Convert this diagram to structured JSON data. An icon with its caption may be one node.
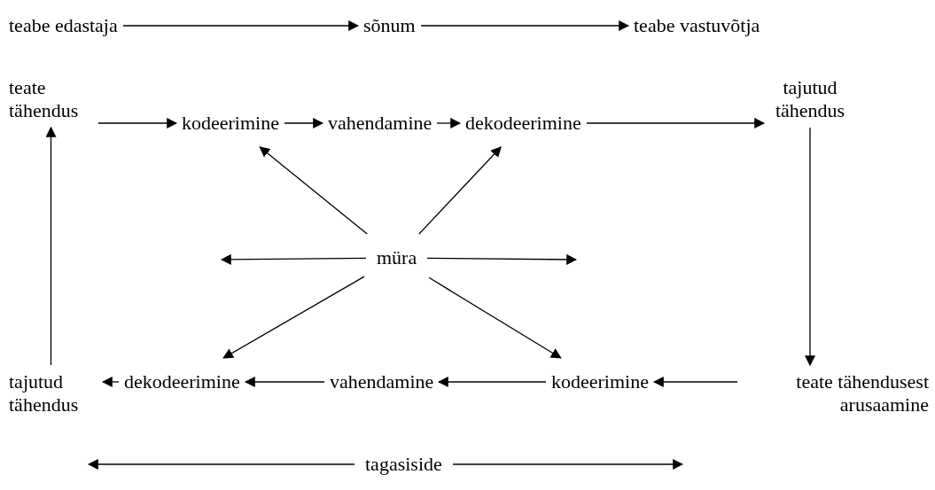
{
  "diagram": {
    "nodes": [
      {
        "text": [
          "teabe edastaja"
        ]
      },
      {
        "text": [
          "sõnum"
        ]
      },
      {
        "text": [
          "teabe vastuvõtja"
        ]
      },
      {
        "text": [
          "teate tähendus"
        ]
      },
      {
        "text": [
          "kodeerimine"
        ]
      },
      {
        "text": [
          "vahendamine"
        ]
      },
      {
        "text": [
          "dekodeerimine"
        ]
      },
      {
        "text": [
          "tajutud tähendus"
        ]
      },
      {
        "text": [
          "müra"
        ]
      },
      {
        "text": [
          "tajutud tähendus"
        ]
      },
      {
        "text": [
          "dekodeerimine"
        ]
      },
      {
        "text": [
          "vahendamine"
        ]
      },
      {
        "text": [
          "kodeerimine"
        ]
      },
      {
        "text": [
          "teate tähendusest arusaamine"
        ]
      },
      {
        "text": [
          "tagasiside"
        ]
      }
    ],
    "edges": [
      {
        "from": 0,
        "to": 1,
        "arrow": "to"
      },
      {
        "from": 1,
        "to": 2,
        "arrow": "to"
      },
      {
        "from": 3,
        "to": 4,
        "arrow": "to"
      },
      {
        "from": 4,
        "to": 5,
        "arrow": "to"
      },
      {
        "from": 5,
        "to": 6,
        "arrow": "to"
      },
      {
        "from": 6,
        "to": 7,
        "arrow": "to"
      },
      {
        "from": 7,
        "to": 13,
        "arrow": "to"
      },
      {
        "from": 13,
        "to": 12,
        "arrow": "to"
      },
      {
        "from": 12,
        "to": 11,
        "arrow": "to"
      },
      {
        "from": 11,
        "to": 10,
        "arrow": "to"
      },
      {
        "from": 10,
        "to": 9,
        "arrow": "to"
      },
      {
        "from": 9,
        "to": 3,
        "arrow": "to"
      },
      {
        "from": 8,
        "to": 4,
        "arrow": "to"
      },
      {
        "from": 8,
        "to": 6,
        "arrow": "to"
      },
      {
        "from": 8,
        "to": null,
        "arrow": "to"
      },
      {
        "from": 8,
        "to": null,
        "arrow": "to"
      },
      {
        "from": 8,
        "to": 10,
        "arrow": "to"
      },
      {
        "from": 8,
        "to": 12,
        "arrow": "to"
      },
      {
        "from": 14,
        "to": null,
        "arrow": "to"
      },
      {
        "from": 14,
        "to": null,
        "arrow": "to"
      }
    ]
  }
}
